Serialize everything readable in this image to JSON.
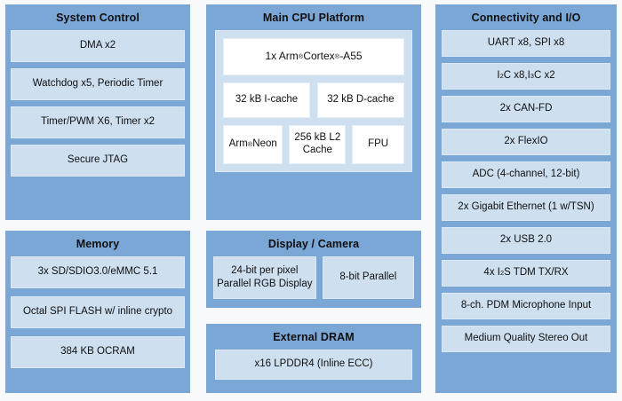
{
  "diagram": {
    "colors": {
      "panel": "#7ba7d7",
      "box": "#cedff0",
      "cpu_box": "#ffffff",
      "background": "#f7f9fb",
      "text": "#101010"
    },
    "panels": {
      "system_control": {
        "title": "System Control",
        "items": [
          "DMA x2",
          "Watchdog x5, Periodic Timer",
          "Timer/PWM X6, Timer x2",
          "Secure JTAG"
        ]
      },
      "memory": {
        "title": "Memory",
        "items": [
          "3x SD/SDIO3.0/eMMC 5.1",
          "Octal SPI FLASH w/ inline crypto",
          "384 KB OCRAM"
        ]
      },
      "main_cpu_platform": {
        "title": "Main CPU Platform",
        "core": {
          "prefix": "1x Arm",
          "sup1": "®",
          "mid": " Cortex",
          "sup2": "®",
          "suffix": "-A55"
        },
        "caches": [
          "32 kB I-cache",
          "32 kB D-cache"
        ],
        "units": {
          "neon_prefix": "Arm",
          "neon_sup": "®",
          "neon_suffix": " Neon",
          "l2": "256 kB L2 Cache",
          "fpu": "FPU"
        }
      },
      "display_camera": {
        "title": "Display / Camera",
        "rgb_display": "24-bit per pixel Parallel RGB Display",
        "parallel": "8-bit Parallel"
      },
      "external_dram": {
        "title": "External DRAM",
        "item": "x16 LPDDR4 (Inline ECC)"
      },
      "connectivity_io": {
        "title": "Connectivity and I/O",
        "items": [
          {
            "prefix": "UART x8, SPI x8",
            "sup": "",
            "suffix": ""
          },
          {
            "prefix": "I",
            "sup": "2",
            "suffix": "C x8, ",
            "prefix2": "I",
            "sup2": "3",
            "suffix2": "C x2"
          },
          {
            "prefix": "2x CAN-FD",
            "sup": "",
            "suffix": ""
          },
          {
            "prefix": "2x FlexIO",
            "sup": "",
            "suffix": ""
          },
          {
            "prefix": "ADC (4-channel, 12-bit)",
            "sup": "",
            "suffix": ""
          },
          {
            "prefix": "2x Gigabit Ethernet (1 w/TSN)",
            "sup": "",
            "suffix": ""
          },
          {
            "prefix": "2x USB 2.0",
            "sup": "",
            "suffix": ""
          },
          {
            "prefix": "4x I",
            "sup": "2",
            "suffix": "S TDM TX/RX"
          },
          {
            "prefix": "8-ch. PDM Microphone Input",
            "sup": "",
            "suffix": ""
          },
          {
            "prefix": "Medium Quality Stereo Out",
            "sup": "",
            "suffix": ""
          }
        ]
      }
    }
  }
}
